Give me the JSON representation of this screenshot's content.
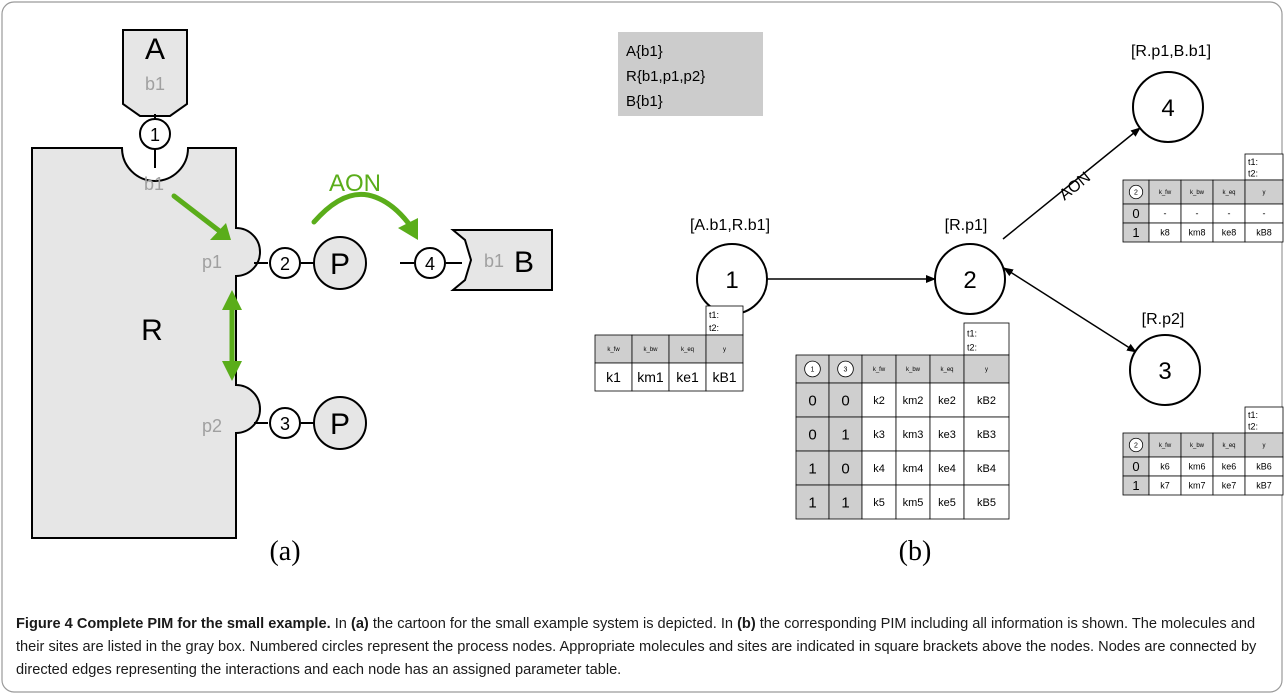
{
  "panel_a": {
    "label": "(a)",
    "mol_A": "A",
    "mol_R": "R",
    "mol_B": "B",
    "site_A_b1": "b1",
    "site_R_b1": "b1",
    "site_R_p1": "p1",
    "site_R_p2": "p2",
    "site_B_b1": "b1",
    "node1": "1",
    "node2": "2",
    "node3": "3",
    "node4": "4",
    "P_upper": "P",
    "P_lower": "P",
    "aon": "AON",
    "colors": {
      "arrow": "#5aad1a",
      "molecule_fill": "#e6e6e6",
      "site_gray": "#a0a0a0"
    }
  },
  "panel_b": {
    "label": "(b)",
    "molecule_list": [
      "A{b1}",
      "R{b1,p1,p2}",
      "B{b1}"
    ],
    "nodes": [
      {
        "num": "1",
        "sites": "[A.b1,R.b1]"
      },
      {
        "num": "2",
        "sites": "[R.p1]"
      },
      {
        "num": "3",
        "sites": "[R.p2]"
      },
      {
        "num": "4",
        "sites": "[R.p1,B.b1]"
      }
    ],
    "edge_label": "AON",
    "time_labels": [
      "t1:",
      "t2:"
    ],
    "param_headers": [
      "k_fw",
      "k_bw",
      "k_eq",
      "y"
    ],
    "table1": {
      "rows": [
        [
          "k1",
          "km1",
          "ke1",
          "kB1"
        ]
      ]
    },
    "table2": {
      "cond_headers": [
        "1",
        "3"
      ],
      "rows": [
        {
          "c": [
            "0",
            "0"
          ],
          "p": [
            "k2",
            "km2",
            "ke2",
            "kB2"
          ]
        },
        {
          "c": [
            "0",
            "1"
          ],
          "p": [
            "k3",
            "km3",
            "ke3",
            "kB3"
          ]
        },
        {
          "c": [
            "1",
            "0"
          ],
          "p": [
            "k4",
            "km4",
            "ke4",
            "kB4"
          ]
        },
        {
          "c": [
            "1",
            "1"
          ],
          "p": [
            "k5",
            "km5",
            "ke5",
            "kB5"
          ]
        }
      ]
    },
    "table3": {
      "cond_headers": [
        "2"
      ],
      "rows": [
        {
          "c": [
            "0"
          ],
          "p": [
            "k6",
            "km6",
            "ke6",
            "kB6"
          ]
        },
        {
          "c": [
            "1"
          ],
          "p": [
            "k7",
            "km7",
            "ke7",
            "kB7"
          ]
        }
      ]
    },
    "table4": {
      "cond_headers": [
        "2"
      ],
      "rows": [
        {
          "c": [
            "0"
          ],
          "p": [
            "-",
            "-",
            "-",
            "-"
          ]
        },
        {
          "c": [
            "1"
          ],
          "p": [
            "k8",
            "km8",
            "ke8",
            "kB8"
          ]
        }
      ]
    }
  },
  "caption": {
    "title": "Figure 4 Complete PIM for the small example.",
    "t1": " In ",
    "a": "(a)",
    "t2": " the cartoon for the small example system is depicted. In ",
    "b": "(b)",
    "t3": " the corresponding PIM including all information is shown. The molecules and their sites are listed in the gray box. Numbered circles represent the process nodes. Appropriate molecules and sites are indicated in square brackets above the nodes. Nodes are connected by directed edges representing the interactions and each node has an assigned parameter table."
  }
}
